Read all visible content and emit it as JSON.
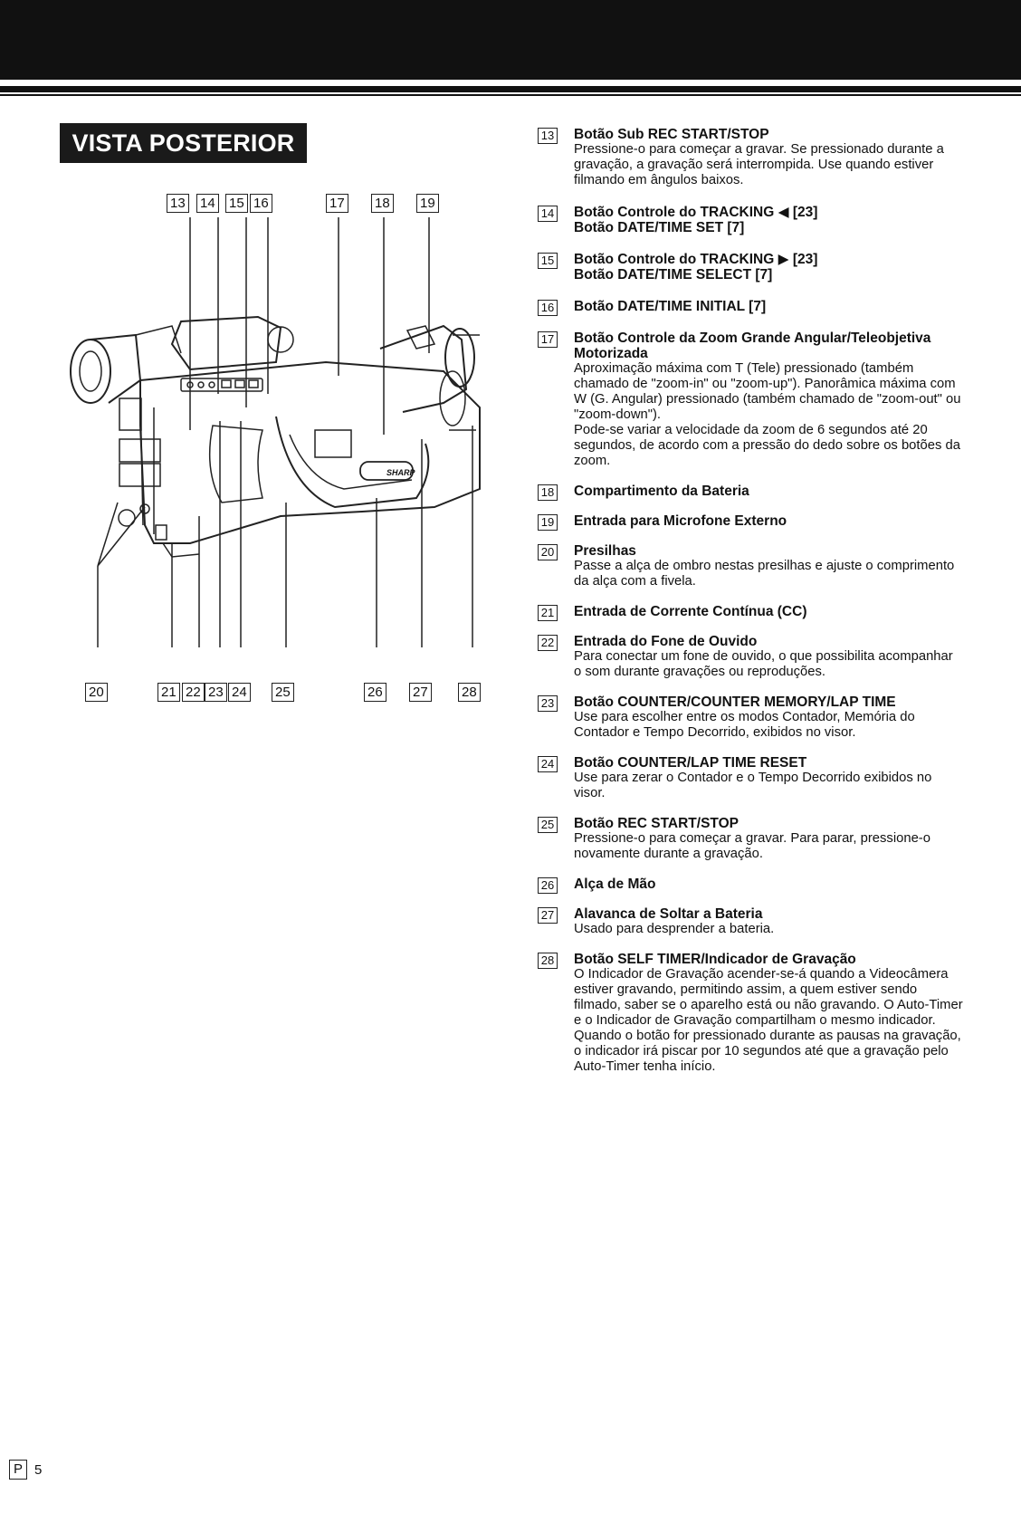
{
  "section_title": "VISTA POSTERIOR",
  "diagram": {
    "top_callouts": [
      "13",
      "14",
      "15",
      "16",
      "17",
      "18",
      "19"
    ],
    "bottom_callouts": [
      "20",
      "21",
      "22",
      "23",
      "24",
      "25",
      "26",
      "27",
      "28"
    ],
    "brand": "SHARP"
  },
  "items": [
    {
      "num": "13",
      "head": "Botão Sub REC START/STOP",
      "desc": "Pressione-o para começar a gravar. Se pressionado durante a gravação, a gravação será interrompida. Use quando estiver filmando em ângulos baixos."
    },
    {
      "num": "14",
      "head": "Botão Controle do TRACKING ◀ [23]\nBotão DATE/TIME SET [7]",
      "desc": ""
    },
    {
      "num": "15",
      "head": "Botão Controle do TRACKING ▶ [23]\nBotão DATE/TIME SELECT [7]",
      "desc": ""
    },
    {
      "num": "16",
      "head": "Botão DATE/TIME INITIAL [7]",
      "desc": ""
    },
    {
      "num": "17",
      "head": "Botão Controle da Zoom Grande Angular/Teleobjetiva Motorizada",
      "desc": "Aproximação máxima com T (Tele) pressionado (também chamado de \"zoom-in\" ou \"zoom-up\"). Panorâmica máxima com W (G. Angular) pressionado (também chamado de \"zoom-out\" ou \"zoom-down\").\nPode-se variar a velocidade da zoom de 6 segundos até 20 segundos, de acordo com a pressão do dedo sobre os botões da zoom."
    },
    {
      "num": "18",
      "head": "Compartimento da Bateria",
      "desc": ""
    },
    {
      "num": "19",
      "head": "Entrada para Microfone Externo",
      "desc": ""
    },
    {
      "num": "20",
      "head": "Presilhas",
      "desc": "Passe a alça de ombro nestas presilhas e ajuste o comprimento da alça com a fivela."
    },
    {
      "num": "21",
      "head": "Entrada de Corrente Contínua (CC)",
      "desc": ""
    },
    {
      "num": "22",
      "head": "Entrada do Fone de Ouvido",
      "desc": "Para conectar um fone de ouvido, o que possibilita acompanhar o som durante gravações ou reproduções."
    },
    {
      "num": "23",
      "head": "Botão COUNTER/COUNTER MEMORY/LAP TIME",
      "desc": "Use para escolher entre os modos Contador, Memória do Contador e Tempo Decorrido, exibidos no visor."
    },
    {
      "num": "24",
      "head": "Botão COUNTER/LAP TIME RESET",
      "desc": "Use para zerar o Contador e o Tempo Decorrido exibidos no visor."
    },
    {
      "num": "25",
      "head": "Botão REC START/STOP",
      "desc": "Pressione-o para começar a gravar. Para parar, pressione-o novamente durante a gravação."
    },
    {
      "num": "26",
      "head": "Alça de Mão",
      "desc": ""
    },
    {
      "num": "27",
      "head": "Alavanca de Soltar a Bateria",
      "desc": "Usado para desprender a bateria."
    },
    {
      "num": "28",
      "head": "Botão SELF TIMER/Indicador de Gravação",
      "desc": "O Indicador de Gravação acender-se-á quando a Videocâmera estiver gravando, permitindo assim, a quem estiver sendo filmado, saber se o aparelho está ou não gravando. O Auto-Timer e o Indicador de Gravação compartilham o mesmo indicador. Quando o botão for pressionado durante as pausas na gravação, o indicador irá piscar por 10 segundos até que a gravação pelo Auto-Timer tenha início."
    }
  ],
  "footer": {
    "letter": "P",
    "page": "5"
  }
}
